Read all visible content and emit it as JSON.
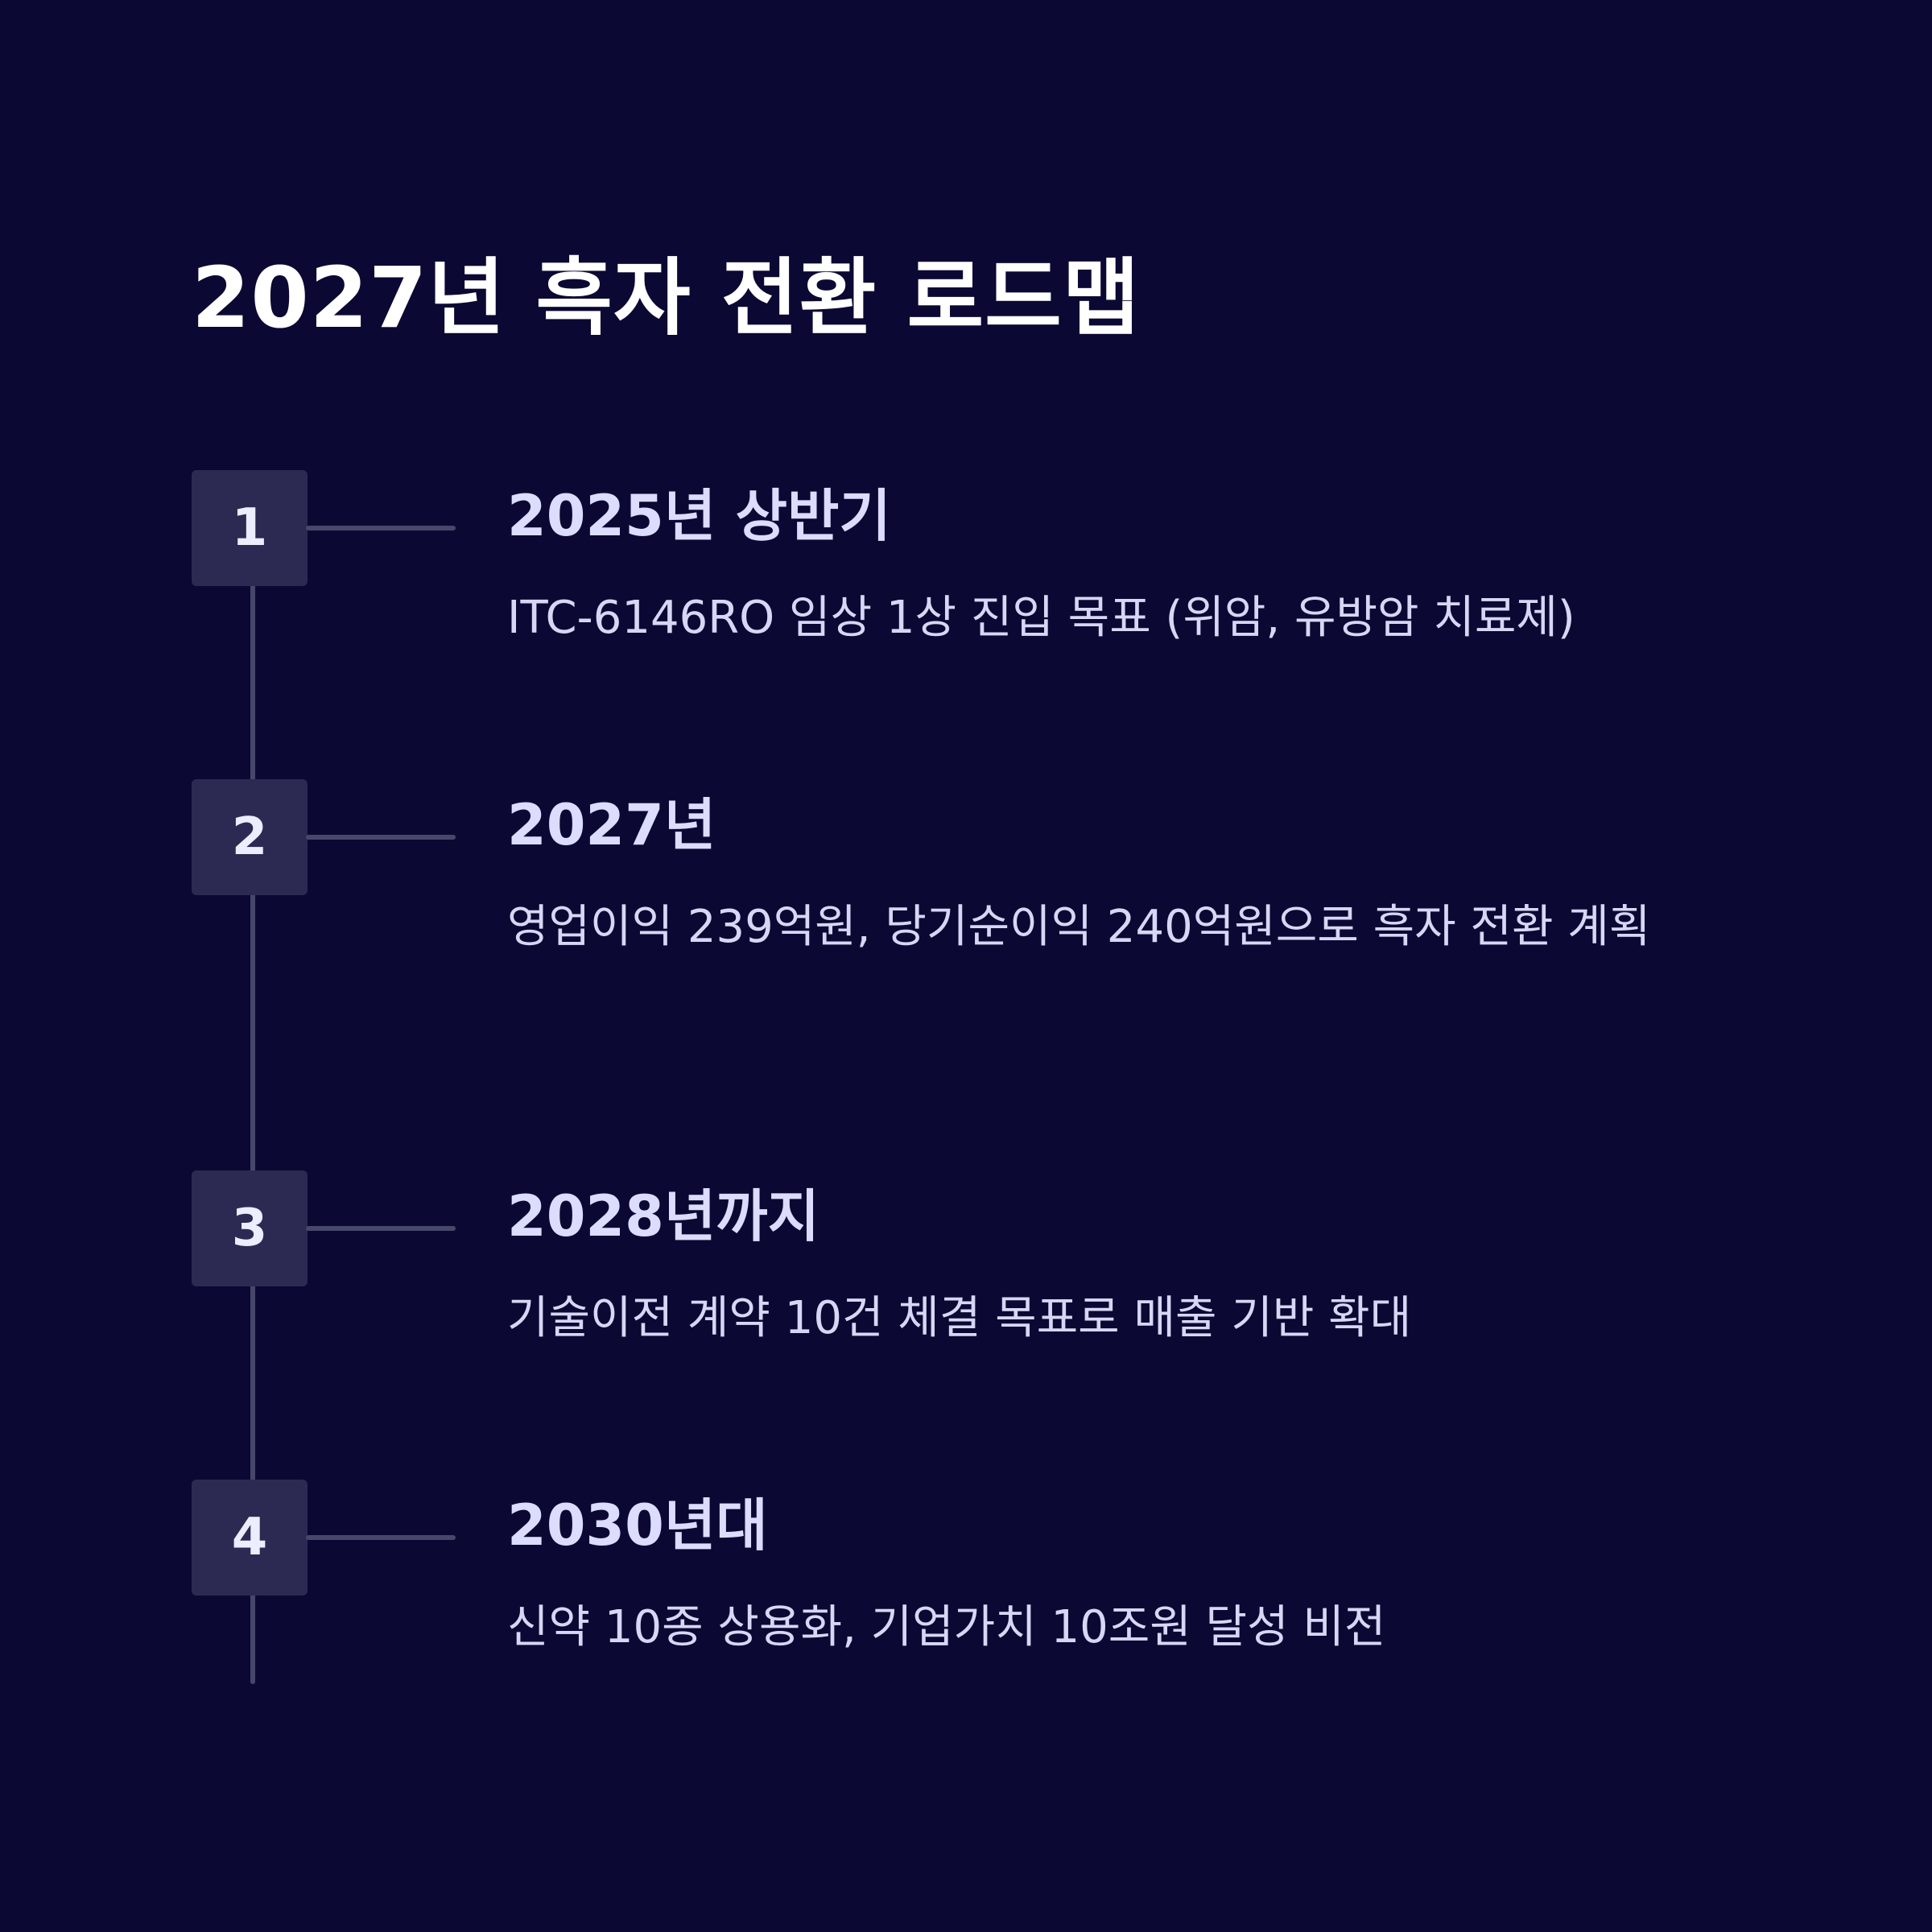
{
  "title": "2027년 흑자 전환 로드맵",
  "colors": {
    "background": "#0b0933",
    "badge": "#2c2a52",
    "line": "#47476b",
    "title_text": "#ffffff",
    "step_text": "#dcdcff"
  },
  "steps": [
    {
      "number": "1",
      "title": "2025년 상반기",
      "description": "ITC-6146RO 임상 1상 진입 목표 (위암, 유방암 치료제)"
    },
    {
      "number": "2",
      "title": "2027년",
      "description": "영업이익 239억원, 당기순이익 240억원으로 흑자 전환 계획"
    },
    {
      "number": "3",
      "title": "2028년까지",
      "description": "기술이전 계약 10건 체결 목표로 매출 기반 확대"
    },
    {
      "number": "4",
      "title": "2030년대",
      "description": "신약 10종 상용화, 기업가치 10조원 달성 비전"
    }
  ]
}
